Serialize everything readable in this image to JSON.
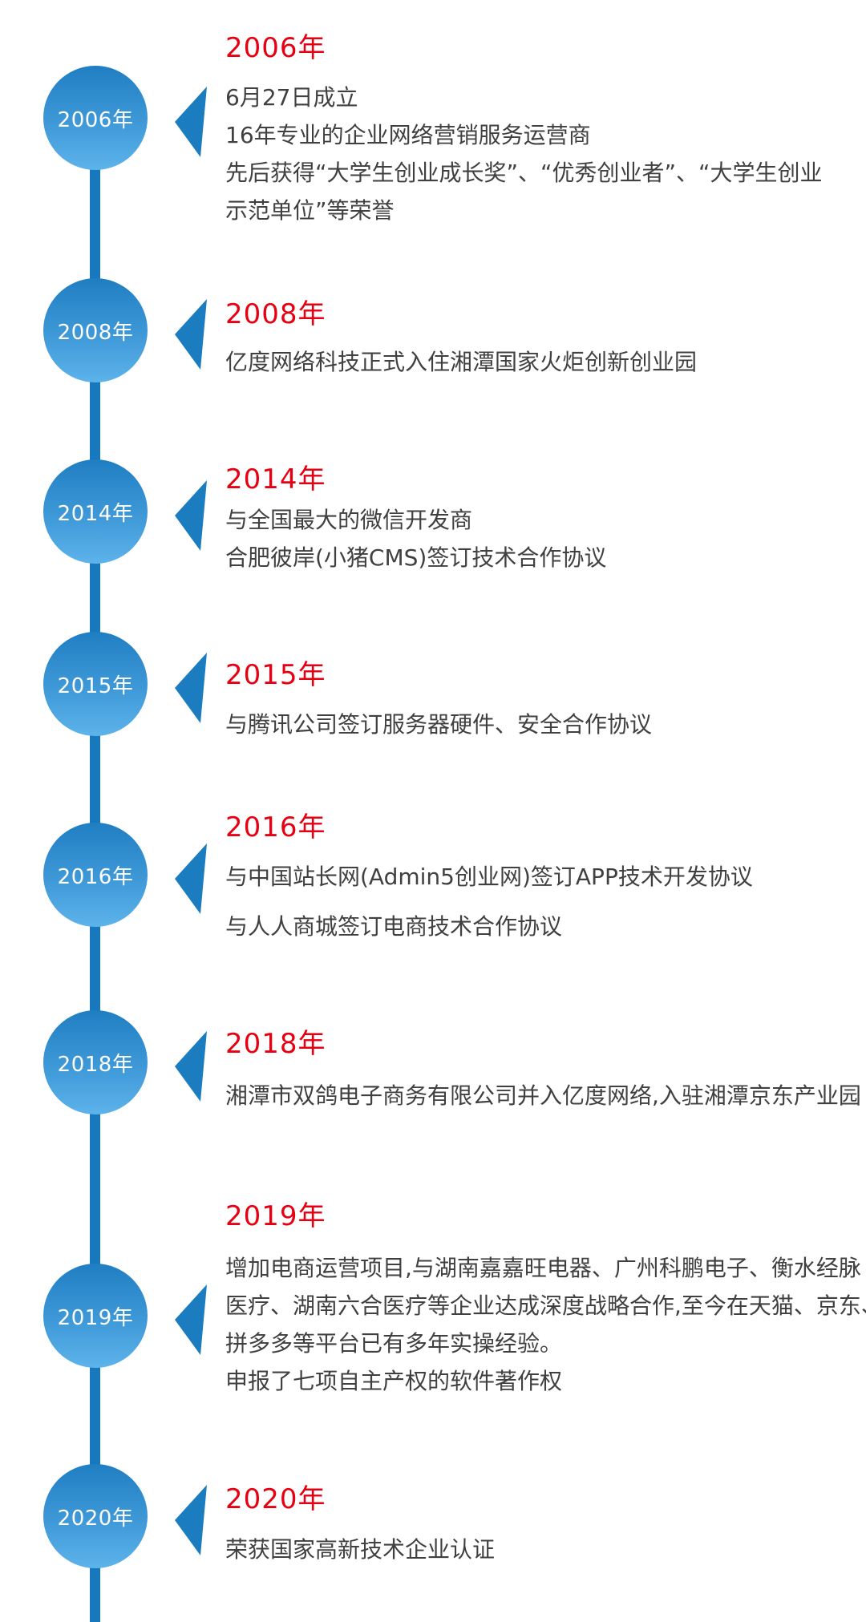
{
  "page": {
    "background": "#ffffff",
    "type": "company-history-timeline"
  },
  "colors": {
    "timeline_blue": "#1878be",
    "node_gradient_top": "#1f7ec2",
    "node_gradient_bottom": "#5db3ea",
    "arrow_blue": "#1b7cc0",
    "heading_red": "#e60012",
    "body_text": "#404040",
    "node_text": "#ffffff"
  },
  "sections": [
    {
      "year_label": "2006年",
      "heading": "2006年",
      "lines": [
        "6月27日成立",
        "16年专业的企业网络营销服务运营商",
        "先后获得“大学生创业成长奖”、“优秀创业者”、“大学生创业",
        "示范单位”等荣誉"
      ]
    },
    {
      "year_label": "2008年",
      "heading": "2008年",
      "lines": [
        "亿度网络科技正式入住湘潭国家火炬创新创业园"
      ]
    },
    {
      "year_label": "2014年",
      "heading": "2014年",
      "lines": [
        "与全国最大的微信开发商",
        "合肥彼岸(小猪CMS)签订技术合作协议"
      ]
    },
    {
      "year_label": "2015年",
      "heading": "2015年",
      "lines": [
        "与腾讯公司签订服务器硬件、安全合作协议"
      ]
    },
    {
      "year_label": "2016年",
      "heading": "2016年",
      "lines": [
        "与中国站长网(Admin5创业网)签订APP技术开发协议",
        "与人人商城签订电商技术合作协议"
      ]
    },
    {
      "year_label": "2018年",
      "heading": "2018年",
      "lines": [
        "湘潭市双鸽电子商务有限公司并入亿度网络,入驻湘潭京东产业园"
      ]
    },
    {
      "year_label": "2019年",
      "heading": "2019年",
      "lines": [
        "增加电商运营项目,与湖南嘉嘉旺电器、广州科鹏电子、衡水经脉",
        "医疗、湖南六合医疗等企业达成深度战略合作,至今在天猫、京东、",
        "拼多多等平台已有多年实操经验。",
        "申报了七项自主产权的软件著作权"
      ]
    },
    {
      "year_label": "2020年",
      "heading": "2020年",
      "lines": [
        "荣获国家高新技术企业认证"
      ]
    }
  ]
}
